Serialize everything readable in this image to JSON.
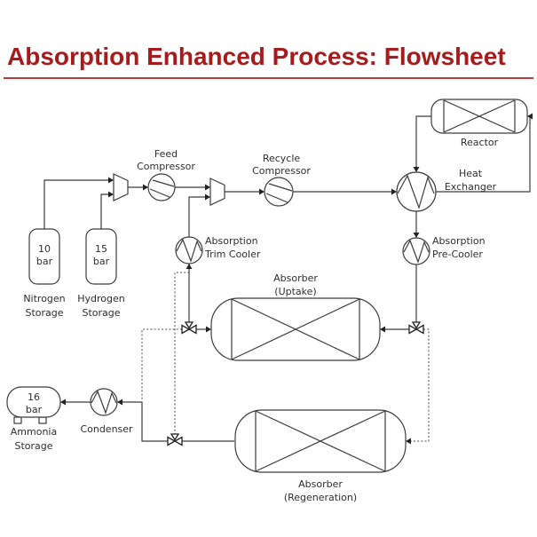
{
  "title": "Absorption Enhanced Process: Flowsheet",
  "colors": {
    "title_text": "#A61C1C",
    "title_rule": "#BE3B3B",
    "diagram_line": "#3C3C3C",
    "label_text": "#2E2E2E"
  },
  "equipment": {
    "nitrogen_storage": {
      "pressure_line1": "10",
      "pressure_line2": "bar",
      "label_line1": "Nitrogen",
      "label_line2": "Storage"
    },
    "hydrogen_storage": {
      "pressure_line1": "15",
      "pressure_line2": "bar",
      "label_line1": "Hydrogen",
      "label_line2": "Storage"
    },
    "ammonia_storage": {
      "pressure_line1": "16",
      "pressure_line2": "bar",
      "label_line1": "Ammonia",
      "label_line2": "Storage"
    },
    "feed_compressor": {
      "label_line1": "Feed",
      "label_line2": "Compressor"
    },
    "recycle_compressor": {
      "label_line1": "Recycle",
      "label_line2": "Compressor"
    },
    "reactor": {
      "label_line1": "Reactor"
    },
    "heat_exchanger": {
      "label_line1": "Heat",
      "label_line2": "Exchanger"
    },
    "absorption_trim_cooler": {
      "label_line1": "Absorption",
      "label_line2": "Trim Cooler"
    },
    "absorption_pre_cooler": {
      "label_line1": "Absorption",
      "label_line2": "Pre-Cooler"
    },
    "absorber_uptake": {
      "label_line1": "Absorber",
      "label_line2": "(Uptake)"
    },
    "absorber_regeneration": {
      "label_line1": "Absorber",
      "label_line2": "(Regeneration)"
    },
    "condenser": {
      "label_line1": "Condenser"
    }
  },
  "streams": {
    "solid_flow_path": [
      "nitrogen_storage -> mixer1",
      "hydrogen_storage -> mixer1",
      "mixer1 -> feed_compressor -> mixer2",
      "absorber_uptake(left) -> valve_left -> absorption_trim_cooler -> mixer2",
      "mixer2 -> recycle_compressor -> heat_exchanger(left)",
      "heat_exchanger(right) -> reactor(right)",
      "reactor(left) -> heat_exchanger(top)",
      "heat_exchanger(bottom) -> absorption_pre_cooler -> valve_right -> absorber_uptake(right)",
      "absorber_regeneration(left) -> valve_bottom -> condenser -> ammonia_storage"
    ],
    "dashed_swap_path": [
      "valve_left -> condenser line (swap duty)",
      "valve_bottom -> trim cooler line (swap duty)",
      "valve_right -> absorber_regeneration(right) (swap duty)"
    ]
  }
}
